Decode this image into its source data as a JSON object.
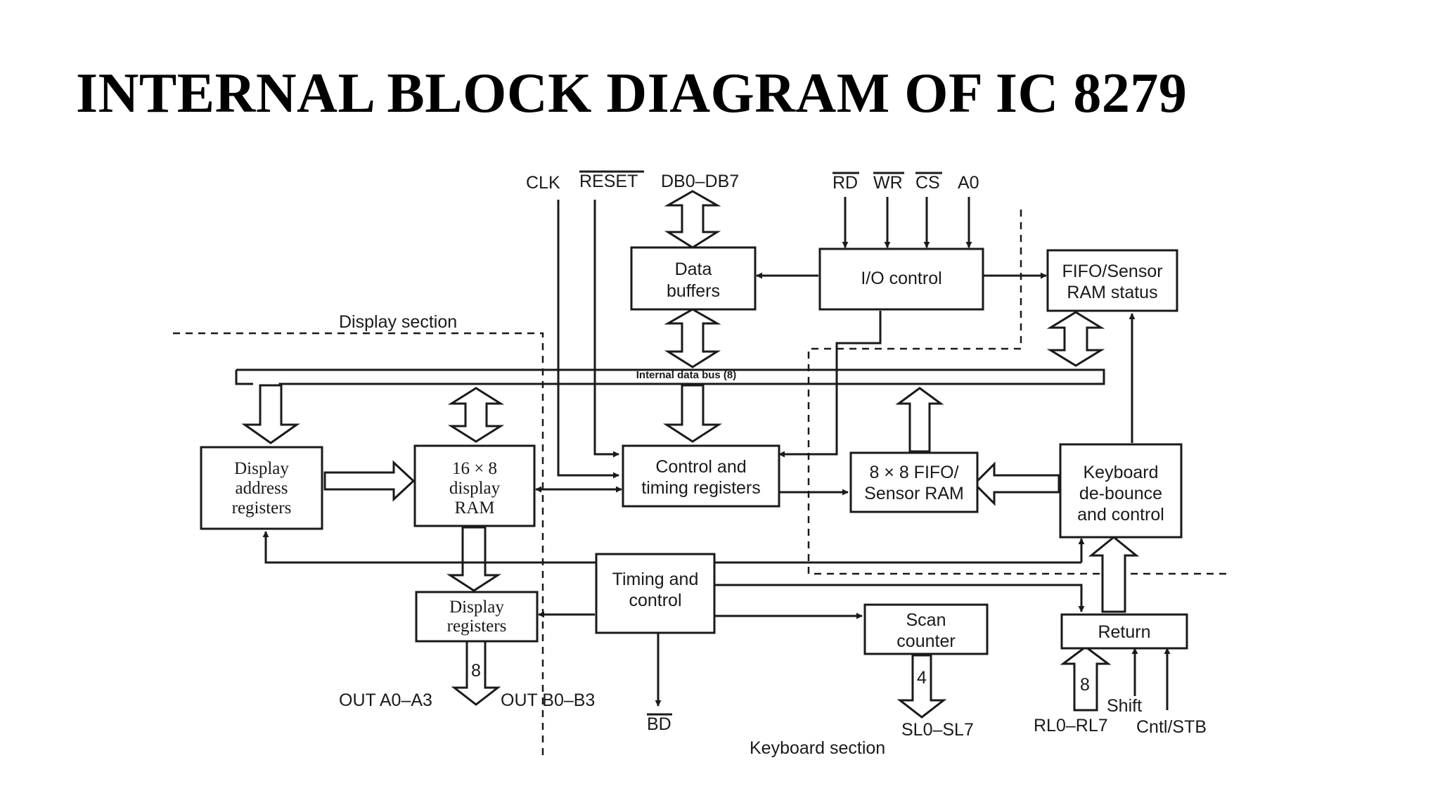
{
  "title": "INTERNAL BLOCK DIAGRAM OF IC 8279",
  "blocks": {
    "data_buffers": [
      "Data",
      "buffers"
    ],
    "io_control": [
      "I/O control"
    ],
    "fifo_status": [
      "FIFO/Sensor",
      "RAM status"
    ],
    "display_address": [
      "Display",
      "address",
      "registers"
    ],
    "display_ram": [
      "16 × 8",
      "display",
      "RAM"
    ],
    "control_timing_registers": [
      "Control and",
      "timing registers"
    ],
    "fifo_ram": [
      "8 × 8 FIFO/",
      "Sensor RAM"
    ],
    "keyboard_debounce": [
      "Keyboard",
      "de-bounce",
      "and control"
    ],
    "display_registers": [
      "Display",
      "registers"
    ],
    "timing_control": [
      "Timing and",
      "control"
    ],
    "scan_counter": [
      "Scan",
      "counter"
    ],
    "return": [
      "Return"
    ]
  },
  "signals": {
    "clk": "CLK",
    "reset": "RESET",
    "db": "DB0–DB7",
    "rd": "RD",
    "wr": "WR",
    "cs": "CS",
    "a0": "A0",
    "out_a": "OUT A0–A3",
    "out_b": "OUT B0–B3",
    "bd": "BD",
    "sl": "SL0–SL7",
    "rl": "RL0–RL7",
    "shift": "Shift",
    "cntl": "Cntl/STB",
    "width_8_display": "8",
    "width_4_scan": "4",
    "width_8_return": "8"
  },
  "labels": {
    "internal_bus": "Internal data bus (8)",
    "display_section": "Display section",
    "keyboard_section": "Keyboard section"
  }
}
